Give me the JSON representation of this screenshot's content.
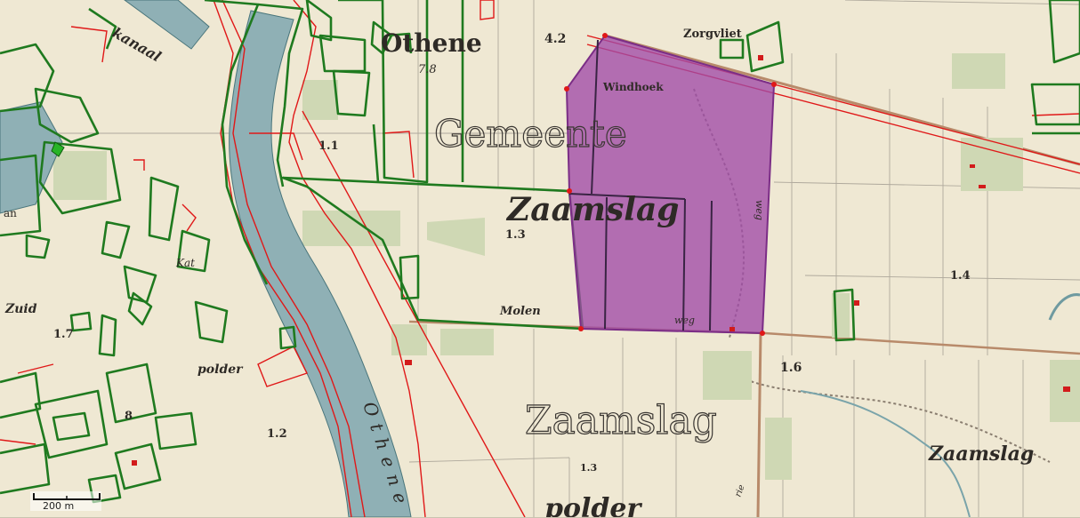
{
  "map": {
    "labels": {
      "othene_top": "Othene",
      "num_4_2": "4.2",
      "zorgvliet": "Zorgvliet",
      "num_7_8": "7.8",
      "windhoek": "Windhoek",
      "gemeente": "Gemeente",
      "kanaal": "kanaal",
      "num_1_1": "1.1",
      "zaamslag_italic": "Zaamslag",
      "num_1_3_mid": "1.3",
      "num_1_4": "1.4",
      "molen": "Molen",
      "weg": "weg",
      "weg_vertical": "weg",
      "zuid": "Zuid",
      "num_1_7": "1.7",
      "polder_left": "polder",
      "num_1_6": "1.6",
      "zaamslag_outline": "Zaamslag",
      "zaamslag_right": "Zaamslag",
      "num_1_2": "1.2",
      "othene_river": "Othene",
      "num_1_3_bottom": "1.3",
      "polder_bottom": "polder",
      "an": "an",
      "kat": "Kat",
      "num_8": "8",
      "rie": "rie"
    },
    "scalebar": {
      "label": "200 m"
    },
    "colors": {
      "background": "#efe8d3",
      "water": "#8fb0b5",
      "parcel_outline": "#1f7a1f",
      "cadastral_line": "#e01818",
      "selection_fill": "#a04aa8",
      "selection_edge": "#7b2d86",
      "vertex": "#e01818",
      "road": "#b88a6a"
    }
  }
}
